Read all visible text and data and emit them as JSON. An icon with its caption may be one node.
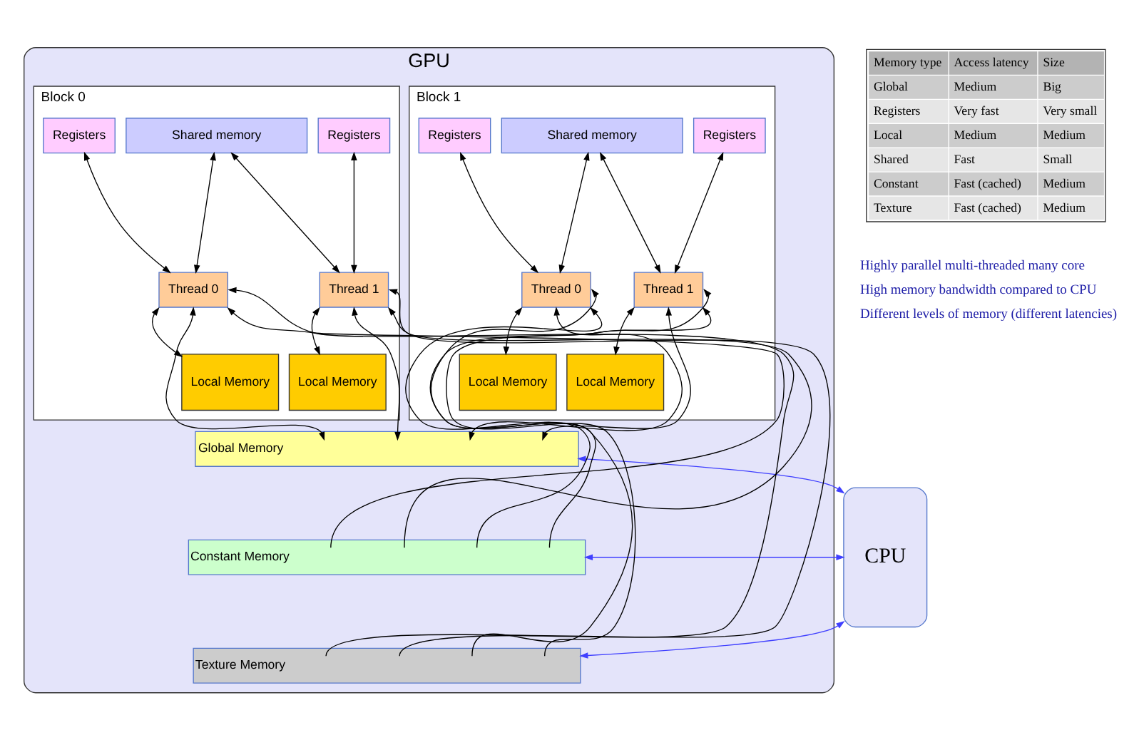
{
  "diagram": {
    "nodes": [
      {
        "text": [
          "GPU"
        ]
      },
      {
        "text": [
          "Block 0"
        ],
        "in": 0
      },
      {
        "text": [
          "Shared memory"
        ],
        "in": 1
      },
      {
        "text": [
          "Registers"
        ],
        "in": 1
      },
      {
        "text": [
          "Registers"
        ],
        "in": 1
      },
      {
        "text": [
          "Thread 0"
        ],
        "in": 1
      },
      {
        "text": [
          "Thread 1"
        ],
        "in": 1
      },
      {
        "text": [
          "Local Memory"
        ],
        "in": 1
      },
      {
        "text": [
          "Local Memory"
        ],
        "in": 1
      },
      {
        "text": [
          "Block 1"
        ],
        "in": 0
      },
      {
        "text": [
          "Shared memory"
        ],
        "in": 9
      },
      {
        "text": [
          "Registers"
        ],
        "in": 9
      },
      {
        "text": [
          "Registers"
        ],
        "in": 9
      },
      {
        "text": [
          "Thread 0"
        ],
        "in": 9
      },
      {
        "text": [
          "Thread 1"
        ],
        "in": 9
      },
      {
        "text": [
          "Local Memory"
        ],
        "in": 9
      },
      {
        "text": [
          "Local Memory"
        ],
        "in": 9
      },
      {
        "text": [
          "Global Memory"
        ],
        "in": 0
      },
      {
        "text": [
          "Constant Memory"
        ],
        "in": 0
      },
      {
        "text": [
          "Texture Memory"
        ],
        "in": 0
      },
      {
        "text": [
          "CPU"
        ]
      }
    ],
    "edges": [
      {
        "from": 3,
        "to": 5,
        "arrow": "both"
      },
      {
        "from": 2,
        "to": 5,
        "arrow": "both"
      },
      {
        "from": 5,
        "to": 7,
        "arrow": "both"
      },
      {
        "from": 5,
        "to": 17,
        "arrow": "both"
      },
      {
        "from": 18,
        "to": 5,
        "arrow": "to"
      },
      {
        "from": 19,
        "to": 5,
        "arrow": "to"
      },
      {
        "from": 4,
        "to": 6,
        "arrow": "both"
      },
      {
        "from": 2,
        "to": 6,
        "arrow": "both"
      },
      {
        "from": 6,
        "to": 8,
        "arrow": "both"
      },
      {
        "from": 6,
        "to": 17,
        "arrow": "both"
      },
      {
        "from": 18,
        "to": 6,
        "arrow": "to"
      },
      {
        "from": 19,
        "to": 6,
        "arrow": "to"
      },
      {
        "from": 11,
        "to": 13,
        "arrow": "both"
      },
      {
        "from": 10,
        "to": 13,
        "arrow": "both"
      },
      {
        "from": 13,
        "to": 15,
        "arrow": "both"
      },
      {
        "from": 13,
        "to": 17,
        "arrow": "both"
      },
      {
        "from": 18,
        "to": 13,
        "arrow": "to"
      },
      {
        "from": 19,
        "to": 13,
        "arrow": "to"
      },
      {
        "from": 12,
        "to": 14,
        "arrow": "both"
      },
      {
        "from": 10,
        "to": 14,
        "arrow": "both"
      },
      {
        "from": 14,
        "to": 16,
        "arrow": "both"
      },
      {
        "from": 14,
        "to": 17,
        "arrow": "both"
      },
      {
        "from": 18,
        "to": 14,
        "arrow": "to"
      },
      {
        "from": 19,
        "to": 14,
        "arrow": "to"
      },
      {
        "from": 20,
        "to": 17,
        "arrow": "both",
        "color": "#3f3fff"
      },
      {
        "from": 20,
        "to": 18,
        "arrow": "both",
        "color": "#3f3fff"
      },
      {
        "from": 20,
        "to": 19,
        "arrow": "both",
        "color": "#3f3fff"
      }
    ],
    "labels": [
      "Memory type",
      "Access latency",
      "Size",
      "Global",
      "Medium",
      "Big",
      "Registers",
      "Very fast",
      "Very small",
      "Local",
      "Medium",
      "Medium",
      "Shared",
      "Fast",
      "Small",
      "Constant",
      "Fast (cached)",
      "Medium",
      "Texture",
      "Fast (cached)",
      "Medium",
      "Highly parallel multi-threaded many core",
      "High memory bandwidth compared to CPU",
      "Different levels of memory (different latencies)"
    ]
  }
}
